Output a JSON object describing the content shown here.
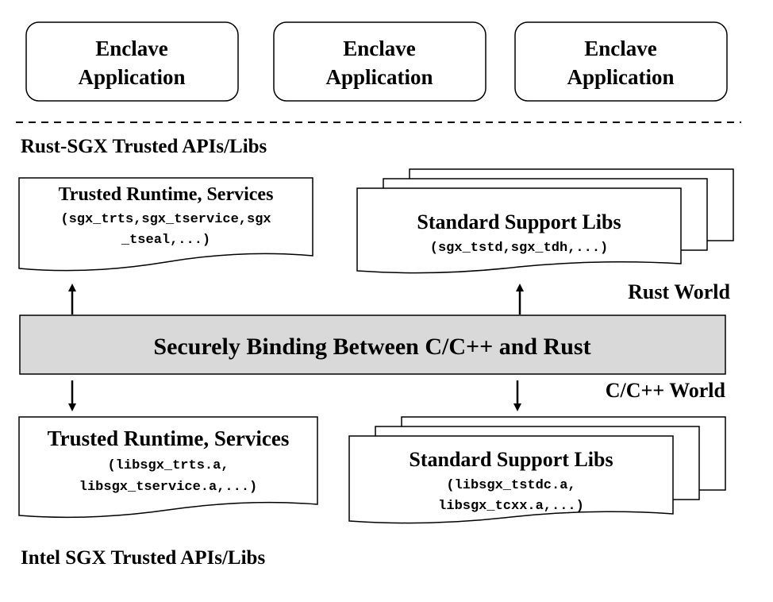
{
  "apps": [
    {
      "line1": "Enclave",
      "line2": "Application"
    },
    {
      "line1": "Enclave",
      "line2": "Application"
    },
    {
      "line1": "Enclave",
      "line2": "Application"
    }
  ],
  "rust_section_title": "Rust-SGX Trusted APIs/Libs",
  "rust_runtime": {
    "title": "Trusted Runtime, Services",
    "detail_line1": "(sgx_trts,sgx_tservice,sgx",
    "detail_line2": "_tseal,...)"
  },
  "rust_std": {
    "title": "Standard Support Libs",
    "detail_line1": "(sgx_tstd,sgx_tdh,...)"
  },
  "rust_world_label": "Rust World",
  "binding_label": "Securely Binding Between C/C++ and Rust",
  "c_world_label": "C/C++ World",
  "intel_runtime": {
    "title": "Trusted Runtime, Services",
    "detail_line1": "(libsgx_trts.a,",
    "detail_line2": "libsgx_tservice.a,...)"
  },
  "intel_std": {
    "title": "Standard Support Libs",
    "detail_line1": "(libsgx_tstdc.a,",
    "detail_line2": "libsgx_tcxx.a,...)"
  },
  "intel_section_title": "Intel SGX Trusted APIs/Libs",
  "colors": {
    "binding_fill": "#d9d9d9",
    "stroke": "#000000"
  }
}
